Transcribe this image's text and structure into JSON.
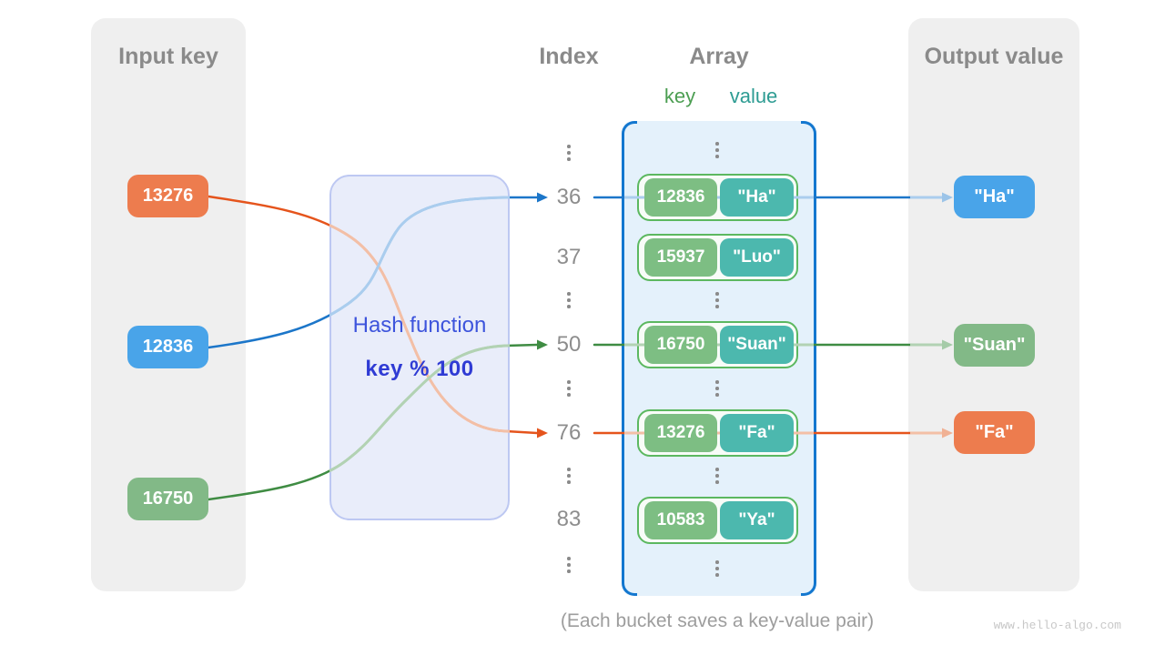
{
  "input_panel": {
    "title": "Input key",
    "keys": [
      {
        "label": "13276",
        "color": "orange"
      },
      {
        "label": "12836",
        "color": "blue"
      },
      {
        "label": "16750",
        "color": "green"
      }
    ]
  },
  "hash_box": {
    "label": "Hash function",
    "formula": "key % 100"
  },
  "index_column": {
    "title": "Index",
    "values": [
      "36",
      "37",
      "50",
      "76",
      "83"
    ]
  },
  "array_panel": {
    "title": "Array",
    "key_header": "key",
    "value_header": "value",
    "buckets": [
      {
        "key": "12836",
        "value": "\"Ha\""
      },
      {
        "key": "15937",
        "value": "\"Luo\""
      },
      {
        "key": "16750",
        "value": "\"Suan\""
      },
      {
        "key": "13276",
        "value": "\"Fa\""
      },
      {
        "key": "10583",
        "value": "\"Ya\""
      }
    ]
  },
  "output_panel": {
    "title": "Output value",
    "values": [
      {
        "label": "\"Ha\"",
        "color": "blue"
      },
      {
        "label": "\"Suan\"",
        "color": "green"
      },
      {
        "label": "\"Fa\"",
        "color": "orange"
      }
    ]
  },
  "caption": "(Each bucket saves a key-value pair)",
  "watermark": "www.hello-algo.com",
  "colors": {
    "panel_gray": "#efefef",
    "input_orange": "#ed7c4e",
    "input_blue": "#49a4e9",
    "input_green": "#82b987",
    "bucket_key_green": "#7dbe83",
    "bucket_value_teal": "#4cb8ae",
    "bucket_border_green": "#5cb860",
    "array_fill": "#e4f1fb",
    "array_bracket_blue": "#1377cf",
    "wire_blue": "#1c76c9",
    "wire_green": "#3f8c43",
    "wire_orange": "#e5541c",
    "hash_fill": "#e9edfa",
    "hash_text_blue": "#3d54dc"
  }
}
